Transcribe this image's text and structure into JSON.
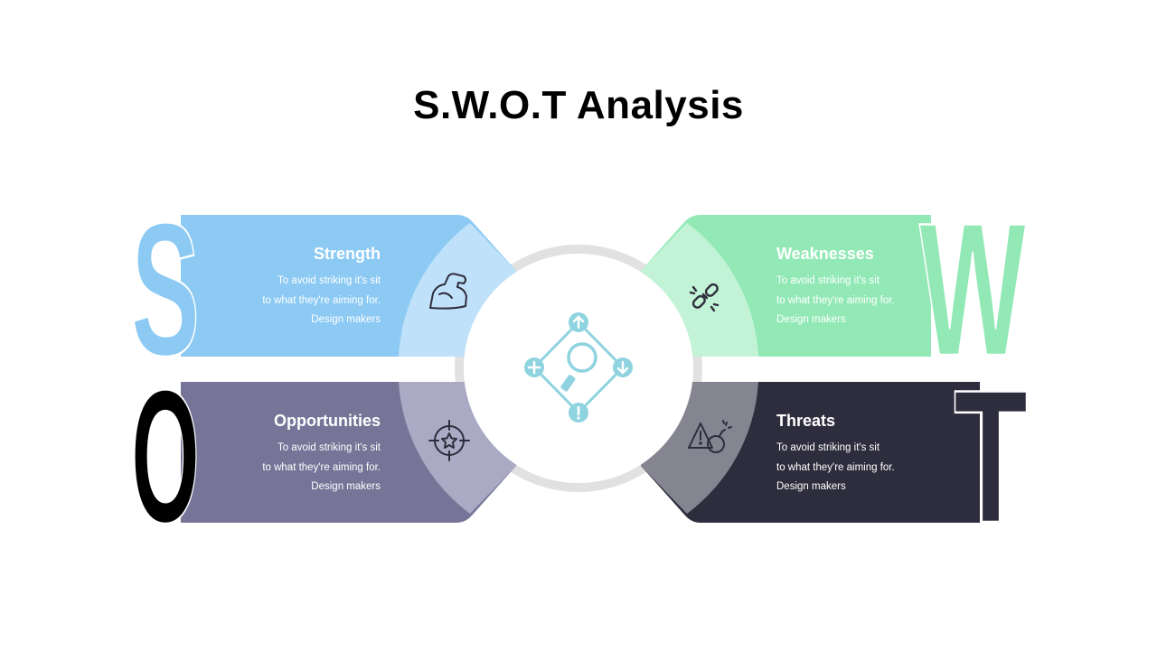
{
  "title": "S.W.O.T Analysis",
  "colors": {
    "strength": "#8ccaf4",
    "strength_light": "#bfe1f9",
    "weakness": "#93e9b6",
    "weakness_light": "#c3f3d6",
    "opportunity": "#767598",
    "opportunity_light": "#abaac4",
    "threat": "#2e2d3d",
    "threat_light": "#858491",
    "center_icon": "#8ed3df",
    "ring": "#e1e1e1"
  },
  "quadrants": {
    "strength": {
      "letter": "S",
      "title": "Strength",
      "lines": [
        "To avoid striking it's sit",
        "to what they're aiming for.",
        "Design makers"
      ],
      "icon": "flexed-arm-icon"
    },
    "weakness": {
      "letter": "W",
      "title": "Weaknesses",
      "lines": [
        "To avoid striking it's sit",
        "to what they're aiming for.",
        "Design makers"
      ],
      "icon": "broken-link-icon"
    },
    "opportunity": {
      "letter": "O",
      "title": "Opportunities",
      "lines": [
        "To avoid striking it's sit",
        "to what they're aiming for.",
        "Design makers"
      ],
      "icon": "star-target-icon"
    },
    "threat": {
      "letter": "T",
      "title": "Threats",
      "lines": [
        "To avoid striking it's sit",
        "to what they're aiming for.",
        "Design makers"
      ],
      "icon": "warning-bomb-icon"
    }
  },
  "center": {
    "icon": "swot-analysis-icon"
  }
}
